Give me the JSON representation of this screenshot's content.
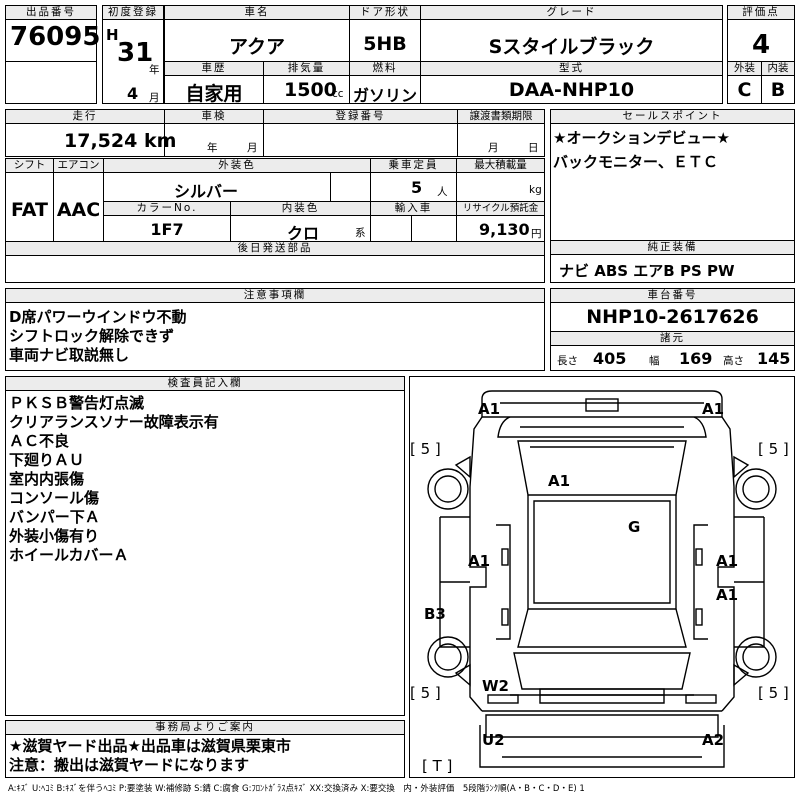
{
  "header": {
    "lot_no_label": "出品番号",
    "lot_no": "76095",
    "first_reg_label": "初度登録",
    "era": "H",
    "year": "31",
    "year_unit": "年",
    "month": "4",
    "month_unit": "月",
    "car_name_label": "車名",
    "car_name": "アクア",
    "door_label": "ドア形状",
    "door": "5HB",
    "grade_label": "グレード",
    "grade": "Sスタイルブラック",
    "score_label": "評価点",
    "score": "4",
    "history_label": "車歴",
    "history": "自家用",
    "displacement_label": "排気量",
    "displacement": "1500",
    "cc": "cc",
    "fuel_label": "燃料",
    "fuel": "ガソリン",
    "model_label": "型式",
    "model": "DAA-NHP10",
    "exterior_label": "外装",
    "exterior": "C",
    "interior_label": "内装",
    "interior": "B"
  },
  "row2": {
    "mileage_label": "走行",
    "mileage": "17,524",
    "km": "km",
    "inspection_label": "車検",
    "insp_year": "年",
    "insp_month": "月",
    "reg_label": "登録番号",
    "transfer_label": "譲渡書類期限",
    "transfer_month": "月",
    "transfer_day": "日",
    "sales_label": "セールスポイント",
    "sales_lines": [
      "★オークションデビュー★",
      "バックモニター、ＥＴＣ"
    ]
  },
  "row3": {
    "shift_label": "シフト",
    "shift": "FAT",
    "ac_label": "エアコン",
    "ac": "AAC",
    "color_label": "外装色",
    "color": "シルバー",
    "capacity_label": "乗車定員",
    "capacity": "5",
    "capacity_unit": "人",
    "max_load_label": "最大積載量",
    "kg": "kg",
    "color_no_label": "カラーNo.",
    "color_no": "1F7",
    "int_color_label": "内装色",
    "int_color": "クロ",
    "int_color_unit": "系",
    "import_label": "輸入車",
    "recycle_label": "リサイクル預託金",
    "recycle": "9,130",
    "yen": "円"
  },
  "parts": {
    "label": "後日発送部品"
  },
  "equipment": {
    "label": "純正装備",
    "value": "ナビ ABS エアB PS PW"
  },
  "notes": {
    "label": "注意事項欄",
    "lines": [
      "D席パワーウインドウ不動",
      "シフトロック解除できず",
      "車両ナビ取説無し"
    ]
  },
  "chassis": {
    "label": "車台番号",
    "value": "NHP10-2617626",
    "dims_label": "諸元",
    "length_label": "長さ",
    "length": "405",
    "width_label": "幅",
    "width": "169",
    "height_label": "高さ",
    "height": "145"
  },
  "inspector": {
    "label": "検査員記入欄",
    "lines": [
      "ＰＫＳＢ警告灯点滅",
      "クリアランスソナー故障表示有",
      "ＡＣ不良",
      "下廻りＡＵ",
      "室内内張傷",
      "コンソール傷",
      "バンパー下Ａ",
      "外装小傷有り",
      "ホイールカバーＡ"
    ]
  },
  "office": {
    "label": "事務局よりご案内",
    "lines": [
      "★滋賀ヤード出品★出品車は滋賀県栗東市",
      "注意：搬出は滋賀ヤードになります"
    ]
  },
  "diagram": {
    "marks": {
      "a1_fl": "A1",
      "a1_fr": "A1",
      "a1_roof": "A1",
      "g_glass": "G",
      "a1_left": "A1",
      "a1_right": "A1",
      "a1_right2": "A1",
      "b3": "B3",
      "w2": "W2",
      "u2": "U2",
      "a2": "A2"
    },
    "tires": {
      "fl": "[ 5 ]",
      "fr": "[ 5 ]",
      "rl": "[ 5 ]",
      "rr": "[ 5 ]",
      "spare": "[ T ]"
    }
  },
  "legend": "A:ｷｽﾞ U:ﾍｺﾐ B:ｷｽﾞを伴うﾍｺﾐ P:要塗装 W:補修跡 S:錆 C:腐食 G:ﾌﾛﾝﾄｶﾞﾗｽ点ｷｽﾞ XX:交換済み X:要交換　内・外装評価　5段階ﾗﾝｸ順(A・B・C・D・E) 1"
}
